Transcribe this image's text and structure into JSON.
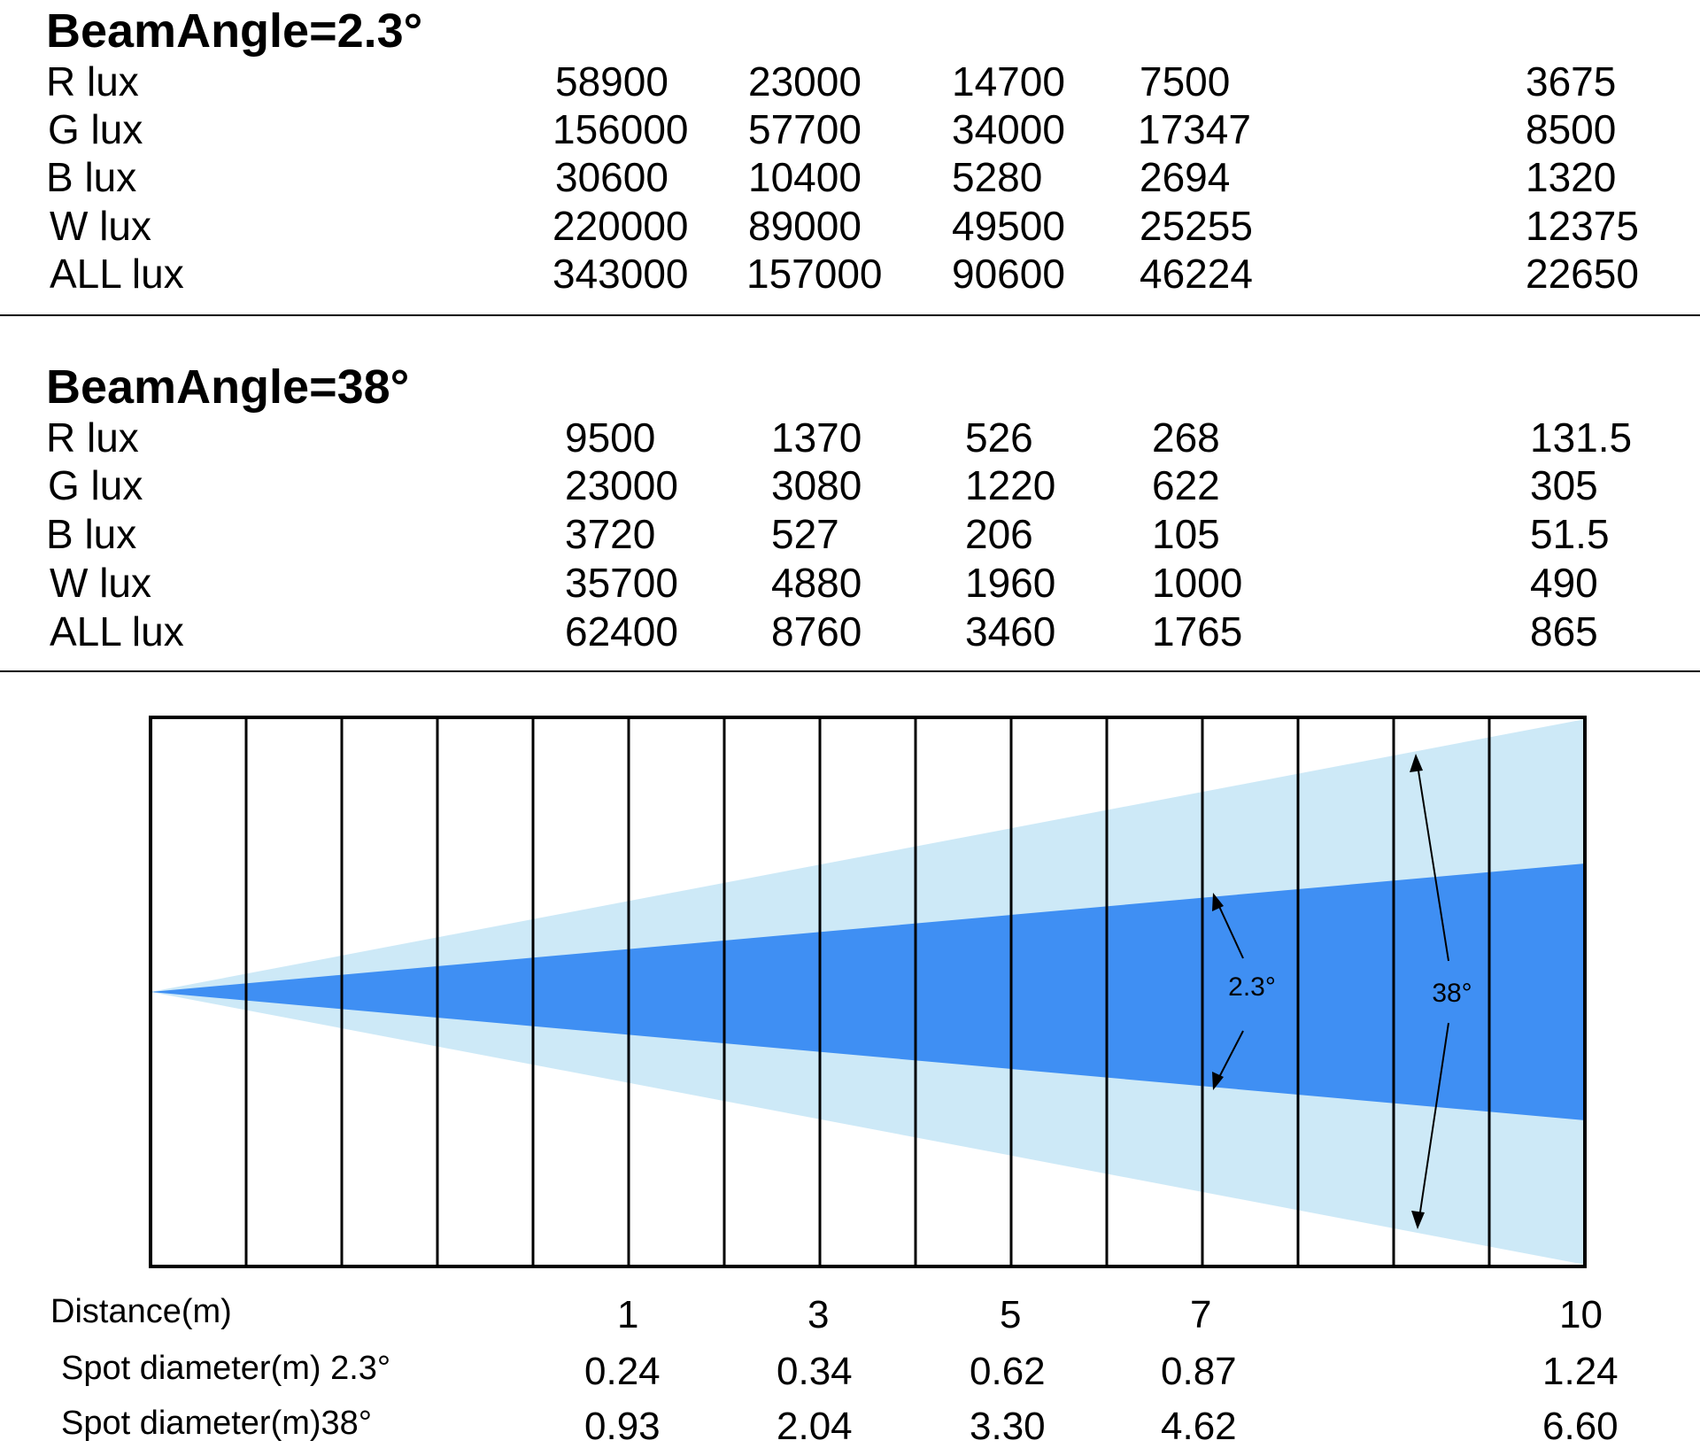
{
  "tables": [
    {
      "title": "BeamAngle=2.3°",
      "rows": [
        {
          "label": "R lux",
          "values": [
            "58900",
            "23000",
            "14700",
            "7500",
            "3675"
          ]
        },
        {
          "label": "G lux",
          "values": [
            "156000",
            "57700",
            "34000",
            "17347",
            "8500"
          ]
        },
        {
          "label": "B lux",
          "values": [
            "30600",
            "10400",
            "5280",
            "2694",
            "1320"
          ]
        },
        {
          "label": "W lux",
          "values": [
            "220000",
            "89000",
            "49500",
            "25255",
            "12375"
          ]
        },
        {
          "label": "ALL lux",
          "values": [
            "343000",
            "157000",
            "90600",
            "46224",
            "22650"
          ]
        }
      ]
    },
    {
      "title": "BeamAngle=38°",
      "rows": [
        {
          "label": "R lux",
          "values": [
            "9500",
            "1370",
            "526",
            "268",
            "131.5"
          ]
        },
        {
          "label": "G lux",
          "values": [
            "23000",
            "3080",
            "1220",
            "622",
            "305"
          ]
        },
        {
          "label": "B lux",
          "values": [
            "3720",
            "527",
            "206",
            "105",
            "51.5"
          ]
        },
        {
          "label": "W lux",
          "values": [
            "35700",
            "4880",
            "1960",
            "1000",
            "490"
          ]
        },
        {
          "label": "ALL lux",
          "values": [
            "62400",
            "8760",
            "3460",
            "1765",
            "865"
          ]
        }
      ]
    }
  ],
  "diagram": {
    "beams": [
      {
        "angle_label": "2.3°",
        "color": "#3f8ff3"
      },
      {
        "angle_label": "38°",
        "color": "#cde9f7"
      }
    ],
    "grid_columns": 15
  },
  "bottom": {
    "distance": {
      "label": "Distance(m)",
      "values": [
        "1",
        "3",
        "5",
        "7",
        "10"
      ]
    },
    "spot_small": {
      "label": "Spot diameter(m) 2.3°",
      "values": [
        "0.24",
        "0.34",
        "0.62",
        "0.87",
        "1.24"
      ]
    },
    "spot_wide": {
      "label": "Spot diameter(m)38°",
      "values": [
        "0.93",
        "2.04",
        "3.30",
        "4.62",
        "6.60"
      ]
    }
  }
}
